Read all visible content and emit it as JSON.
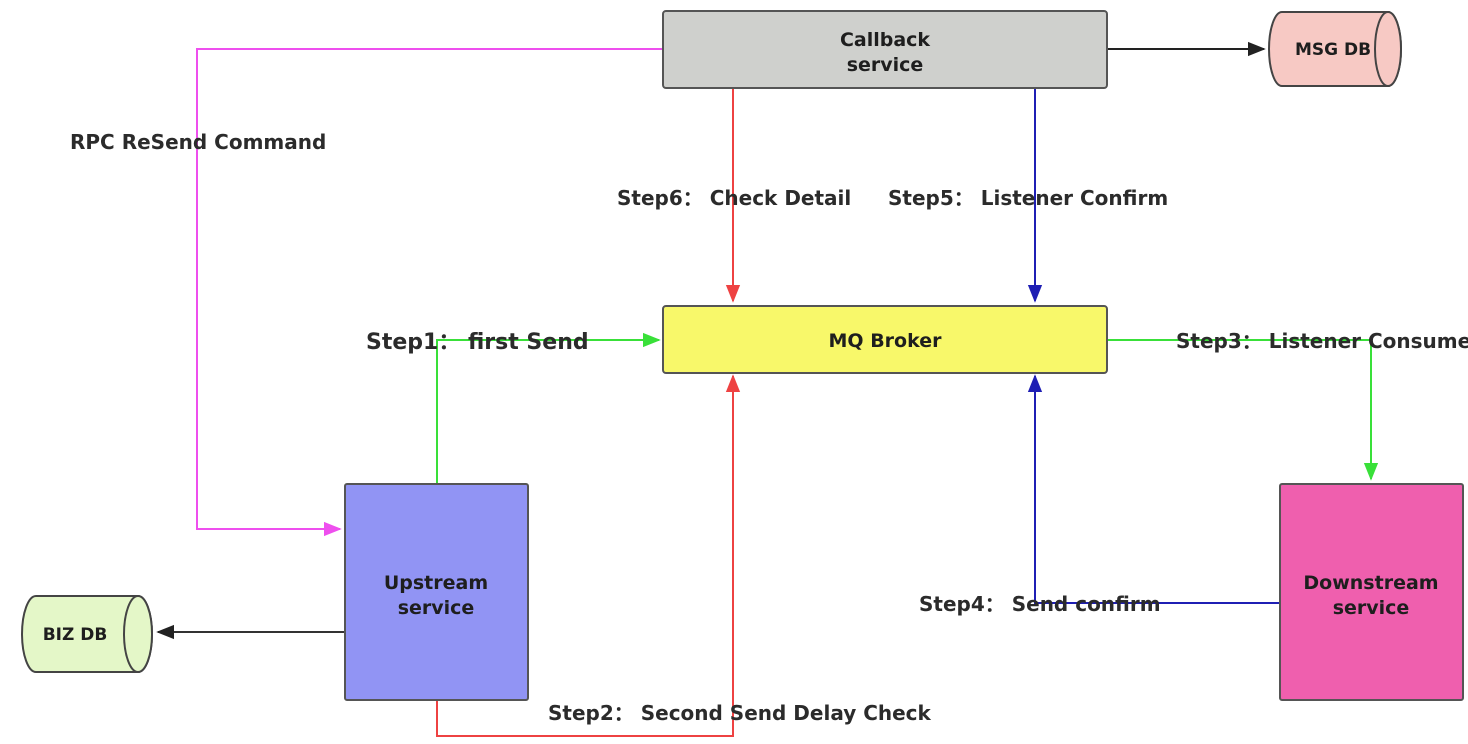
{
  "nodes": {
    "callback": {
      "line1": "Callback",
      "line2": "service",
      "fill": "#cfd0cd"
    },
    "mq_broker": {
      "label": "MQ Broker",
      "fill": "#f8f86a"
    },
    "upstream": {
      "line1": "Upstream",
      "line2": "service",
      "fill": "#9194f4"
    },
    "downstream": {
      "line1": "Downstream",
      "line2": "service",
      "fill": "#ef5fae"
    },
    "msg_db": {
      "label": "MSG DB",
      "fill": "#f7c9c4"
    },
    "biz_db": {
      "label": "BIZ DB",
      "fill": "#e4f7c8"
    }
  },
  "edges": {
    "rpc_resend": {
      "label": "RPC ReSend Command",
      "color": "#ee4fee"
    },
    "step1": {
      "label": "Step1： first Send",
      "color": "#39e039"
    },
    "step2": {
      "label": "Step2： Second Send Delay Check",
      "color": "#ee4242"
    },
    "step3": {
      "label": "Step3： Listener Consume",
      "color": "#39e039"
    },
    "step4": {
      "label": "Step4： Send confirm",
      "color": "#1f1fb4"
    },
    "step5": {
      "label": "Step5：  Listener Confirm",
      "color": "#1f1fb4"
    },
    "step6": {
      "label": "Step6：  Check Detail",
      "color": "#ee4242"
    },
    "to_msg_db": {
      "color": "#222222"
    },
    "to_biz_db": {
      "color": "#333333"
    }
  }
}
